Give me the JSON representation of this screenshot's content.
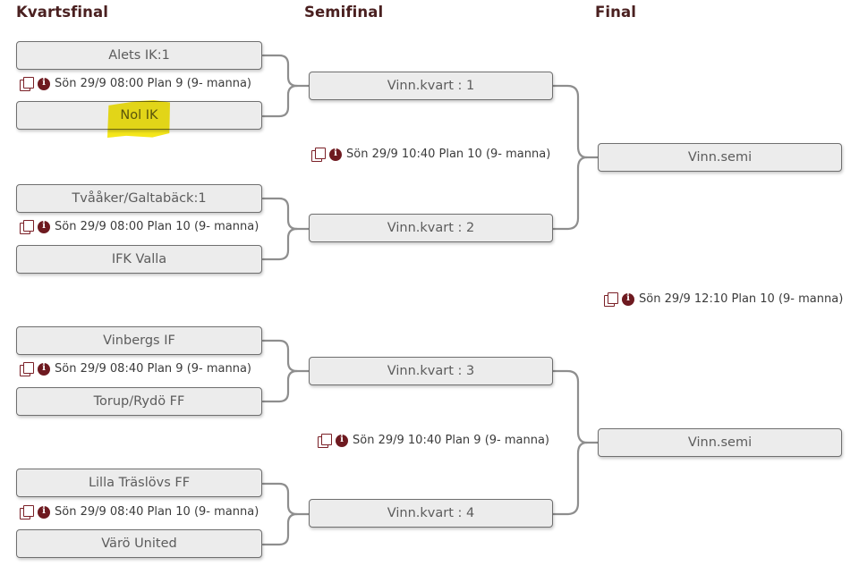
{
  "rounds": [
    {
      "label": "Kvartsfinal"
    },
    {
      "label": "Semifinal"
    },
    {
      "label": "Final"
    }
  ],
  "icons": {
    "copy": "copy-icon",
    "info": "info-icon",
    "info_glyph": "i"
  },
  "colors": {
    "heading": "#4a2020",
    "box_fill": "#ececec",
    "box_border": "#6f6f6f",
    "box_text": "#5c5c5c",
    "icon_accent": "#6e1a20",
    "connector": "#8e8e8e",
    "highlight": "#f5e71a"
  },
  "quarterfinals": [
    {
      "home": "Alets IK:1",
      "away": "Nol IK",
      "info": "Sön 29/9 08:00 Plan 9 (9- manna)",
      "highlighted": "Nol IK"
    },
    {
      "home": "Tvååker/Galtabäck:1",
      "away": "IFK Valla",
      "info": "Sön 29/9 08:00 Plan 10 (9- manna)"
    },
    {
      "home": "Vinbergs IF",
      "away": "Torup/Rydö FF",
      "info": "Sön 29/9 08:40 Plan 9 (9- manna)"
    },
    {
      "home": "Lilla Träslövs FF",
      "away": "Värö United",
      "info": "Sön 29/9 08:40 Plan 10 (9- manna)"
    }
  ],
  "semifinals": [
    {
      "slot": "Vinn.kvart : 1"
    },
    {
      "slot": "Vinn.kvart : 2"
    },
    {
      "slot": "Vinn.kvart : 3"
    },
    {
      "slot": "Vinn.kvart : 4"
    }
  ],
  "semifinal_matches": [
    {
      "info": "Sön 29/9 10:40 Plan 10 (9- manna)"
    },
    {
      "info": "Sön 29/9 10:40 Plan 9 (9- manna)"
    }
  ],
  "finals": [
    {
      "slot": "Vinn.semi"
    },
    {
      "slot": "Vinn.semi"
    }
  ],
  "final_match": {
    "info": "Sön 29/9 12:10 Plan 10 (9- manna)"
  }
}
